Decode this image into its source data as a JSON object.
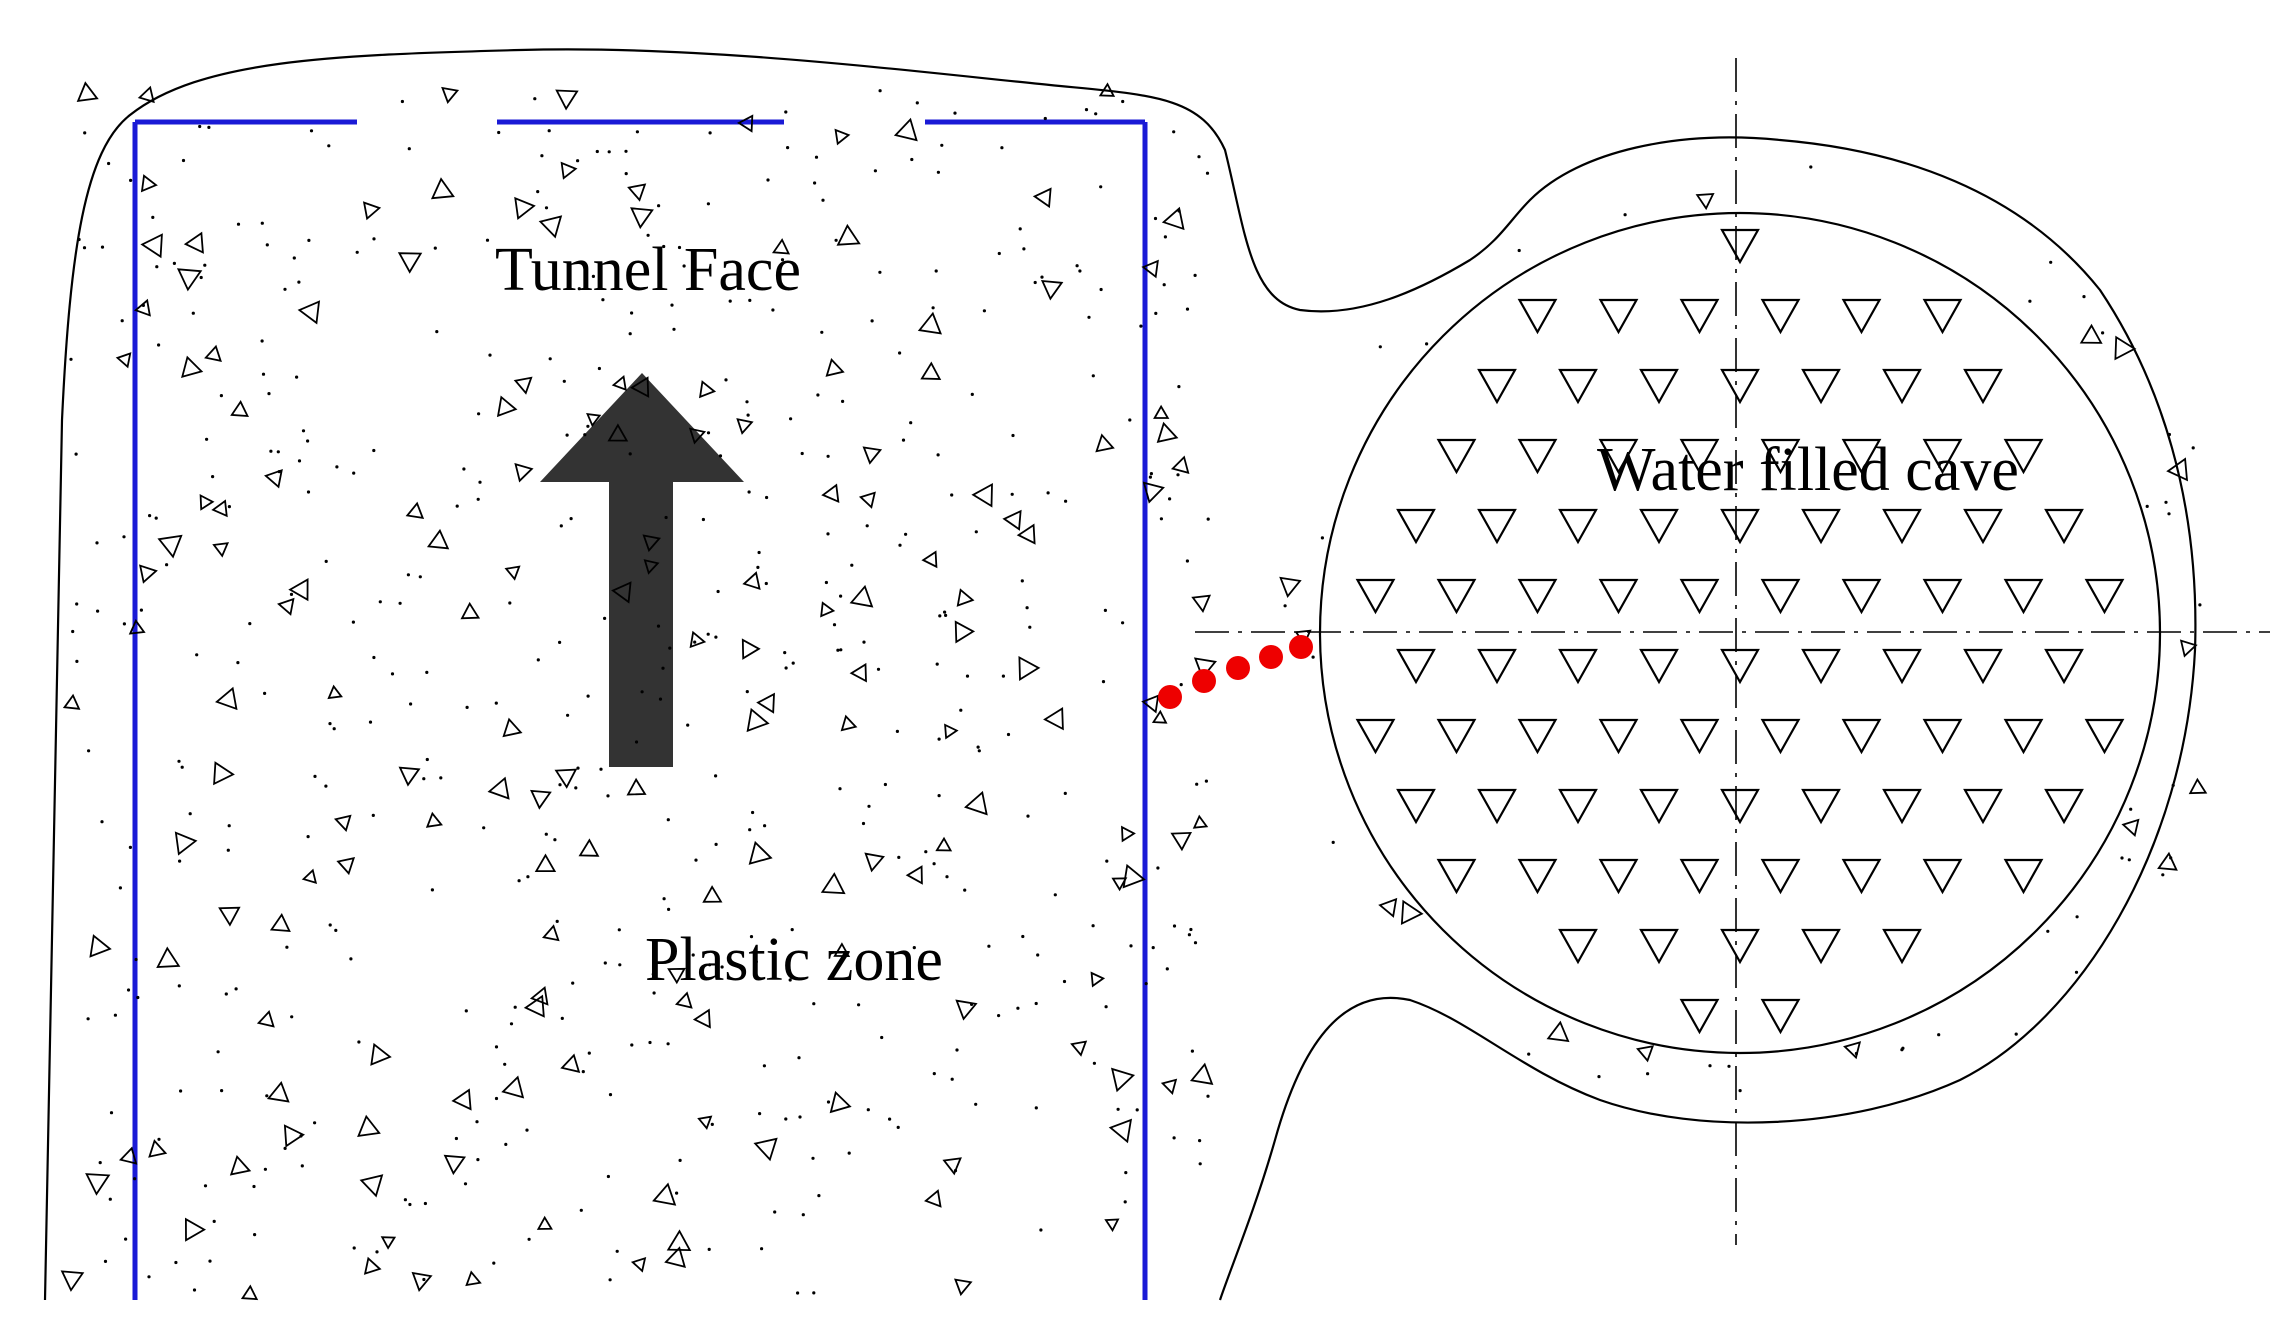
{
  "labels": {
    "tunnel_face": "Tunnel Face",
    "plastic_zone": "Plastic zone",
    "cave": "Water filled cave"
  },
  "colors": {
    "tunnel_outline": "#1a1ad6",
    "seepage": "#ee0000",
    "arrow": "#333333",
    "line": "#000000"
  }
}
